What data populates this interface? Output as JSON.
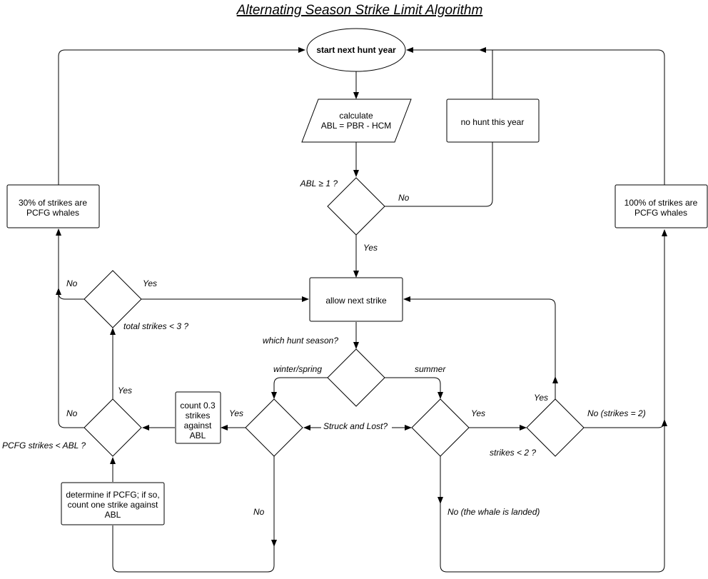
{
  "title": "Alternating Season Strike Limit Algorithm",
  "nodes": {
    "start": "start next hunt year",
    "calc_line1": "calculate",
    "calc_line2": "ABL = PBR - HCM",
    "no_hunt": "no hunt this year",
    "left_box_line1": "30% of strikes are",
    "left_box_line2": "PCFG whales",
    "right_box_line1": "100% of strikes are",
    "right_box_line2": "PCFG whales",
    "allow": "allow next strike",
    "count_line1": "count 0.3",
    "count_line2": "strikes",
    "count_line3": "against",
    "count_line4": "ABL",
    "determine_line1": "determine if PCFG; if so,",
    "determine_line2": "count one strike against",
    "determine_line3": "ABL"
  },
  "labels": {
    "abl_q": "ABL  ≥  1 ?",
    "no_abl": "No",
    "yes_abl": "Yes",
    "which_season": "which hunt season?",
    "winter": "winter/spring",
    "summer": "summer",
    "struck_lost": "Struck and Lost?",
    "yes_winter_sl": "Yes",
    "no_winter_sl": "No",
    "yes_summer_sl": "Yes",
    "no_landed": "No (the whale is landed)",
    "strikes_q": "strikes  <  2 ?",
    "yes_strikes": "Yes",
    "no_strikes": "No (strikes = 2)",
    "pcfg_q": "PCFG strikes  <  ABL ?",
    "yes_pcfg": "Yes",
    "no_pcfg": "No",
    "total_q": "total strikes  <  3 ?",
    "yes_total": "Yes",
    "no_total": "No"
  }
}
